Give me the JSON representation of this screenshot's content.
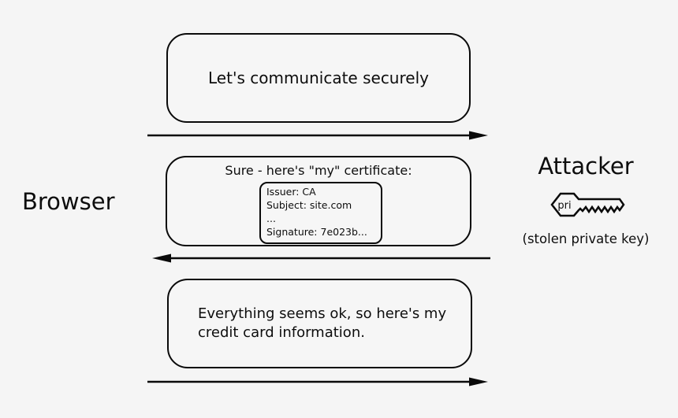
{
  "canvas": {
    "background": "#f5f5f5",
    "line_color": "#0a0a0a"
  },
  "actors": {
    "browser": {
      "label": "Browser"
    },
    "attacker": {
      "label": "Attacker",
      "key_icon": "private-key-icon",
      "key_text": "pri",
      "caption": "(stolen private key)"
    }
  },
  "messages": [
    {
      "direction": "right",
      "text": "Let's communicate securely"
    },
    {
      "direction": "left",
      "title": "Sure - here's \"my\" certificate:",
      "certificate_lines": [
        "Issuer: CA",
        "Subject: site.com",
        "...",
        "Signature: 7e023b..."
      ]
    },
    {
      "direction": "right",
      "lines": [
        "Everything seems ok, so here's my",
        "credit card information."
      ]
    }
  ]
}
